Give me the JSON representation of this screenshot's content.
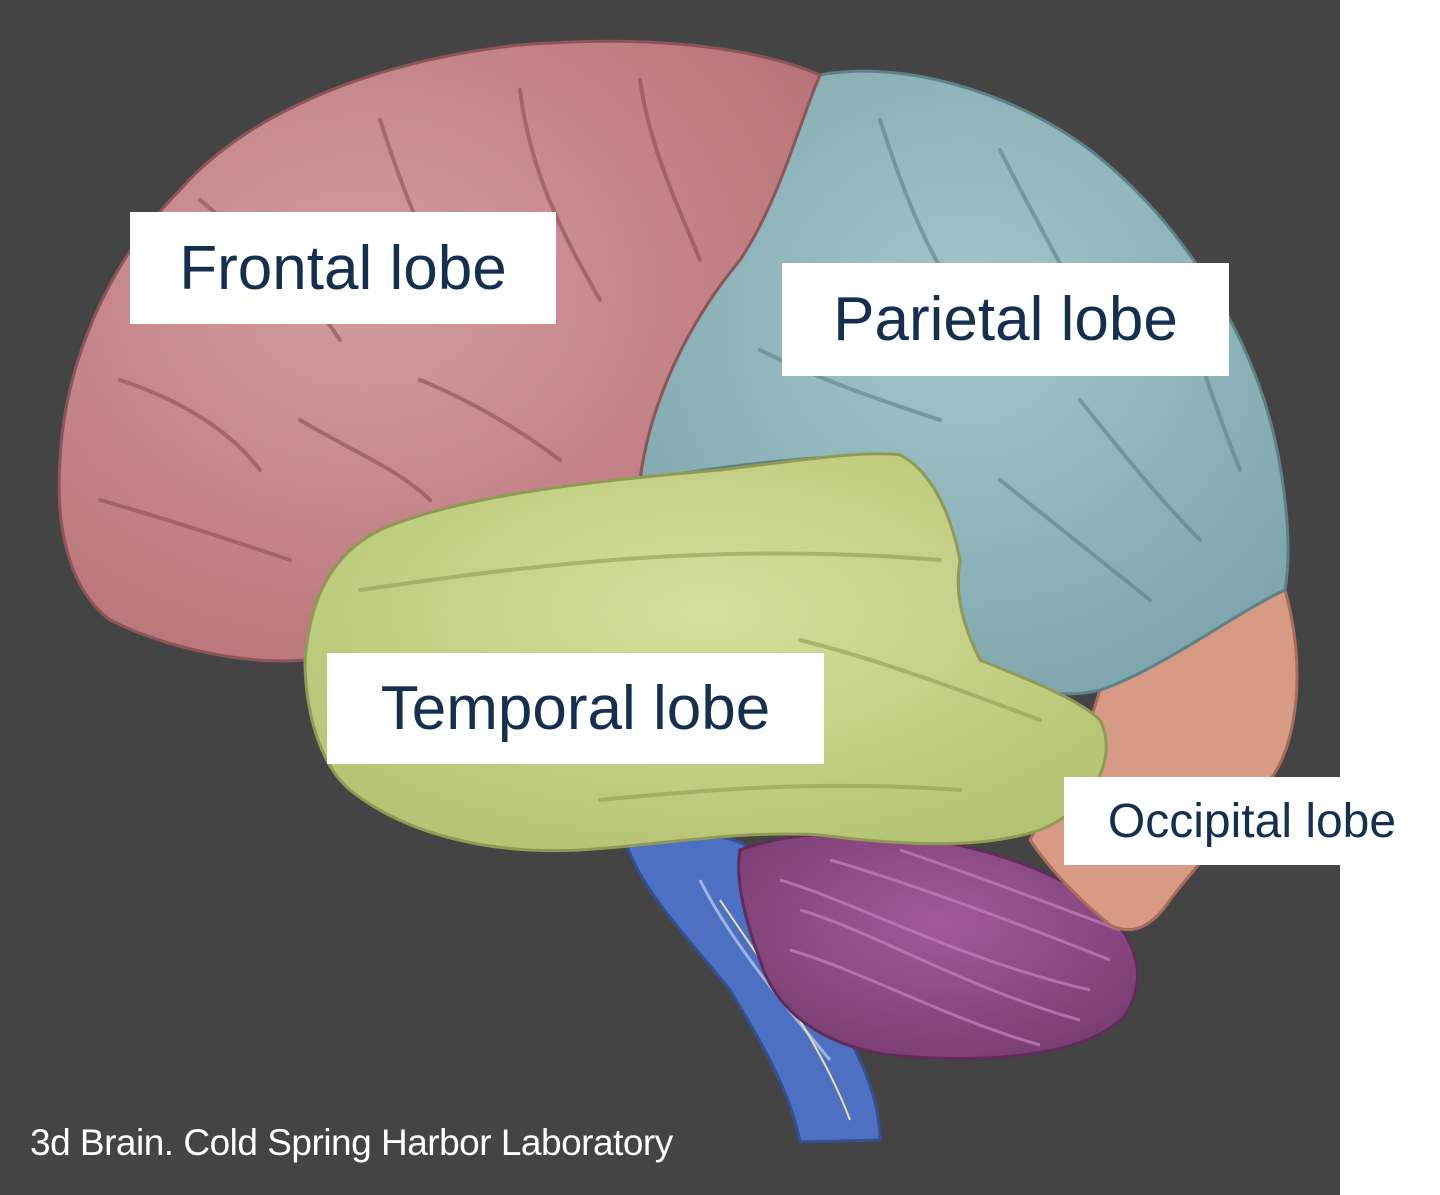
{
  "labels": {
    "frontal": "Frontal lobe",
    "parietal": "Parietal lobe",
    "temporal": "Temporal lobe",
    "occipital": "Occipital lobe"
  },
  "credit": "3d Brain. Cold Spring Harbor Laboratory",
  "colors": {
    "background": "#444444",
    "frontal": "#c78a8f",
    "parietal": "#8fb4bb",
    "temporal": "#c6d38a",
    "occipital": "#d79a85",
    "cerebellum": "#8e4a85",
    "brainstem": "#4d70c2",
    "label_text": "#15304f"
  }
}
